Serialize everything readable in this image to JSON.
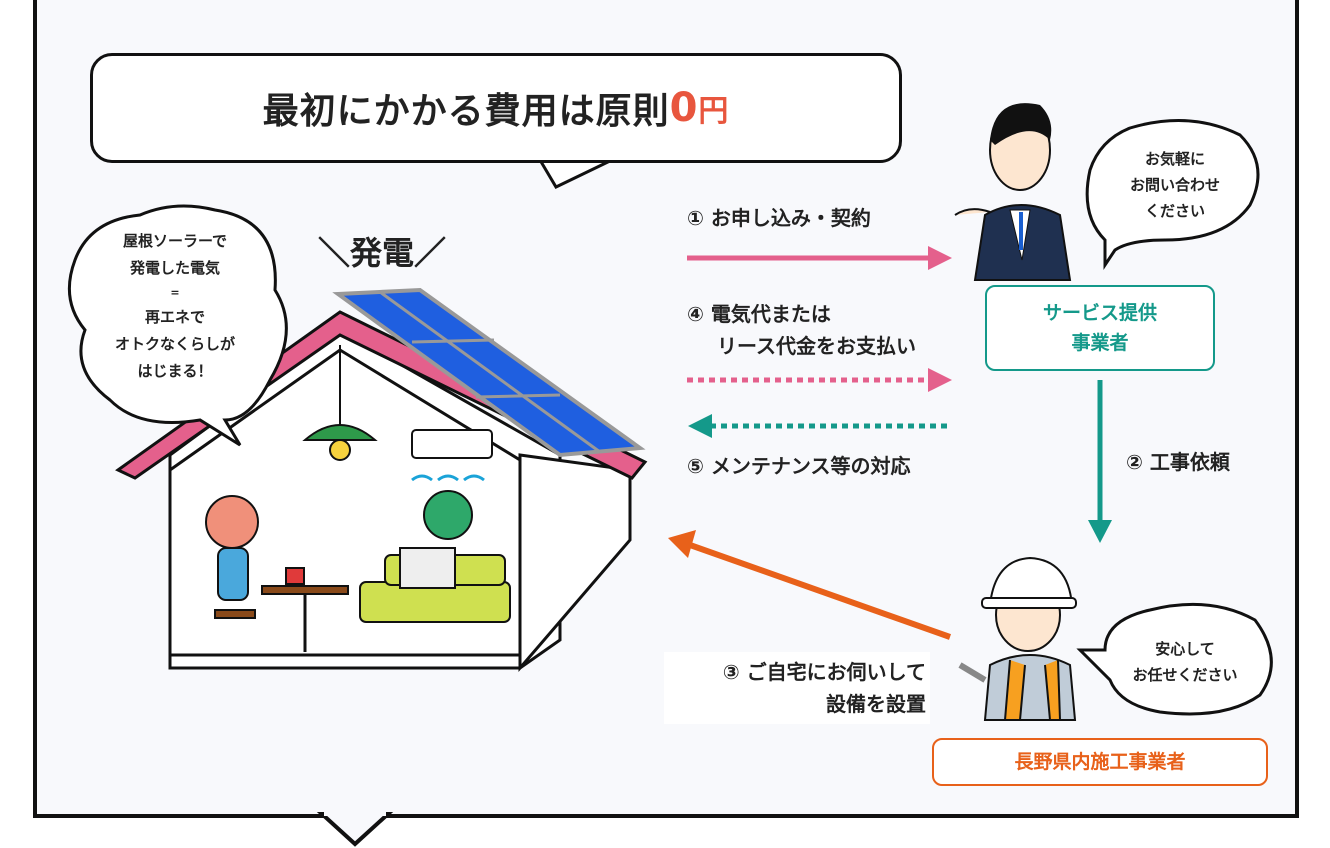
{
  "title": {
    "text": "最初にかかる費用は原則",
    "zero": "0",
    "yen": "円"
  },
  "house": {
    "label": "発電"
  },
  "resident_bubble": {
    "lines": [
      "屋根ソーラーで",
      "発電した電気",
      "=",
      "再エネで",
      "オトクなくらしが",
      "はじまる！"
    ]
  },
  "provider": {
    "name_lines": [
      "サービス提供",
      "事業者"
    ],
    "bubble_lines": [
      "お気軽に",
      "お問い合わせ",
      "ください"
    ]
  },
  "contractor": {
    "name": "長野県内施工事業者",
    "bubble_lines": [
      "安心して",
      "お任せください"
    ]
  },
  "steps": {
    "s1": "① お申し込み・契約",
    "s2": "② 工事依頼",
    "s3_lines": [
      "③ ご自宅にお伺いして",
      "設備を設置"
    ],
    "s4_lines": [
      "④ 電気代または",
      "リース代金をお支払い"
    ],
    "s5": "⑤ メンテナンス等の対応"
  },
  "colors": {
    "pink": "#e4608c",
    "teal": "#14998a",
    "orange": "#e8611a",
    "panel": "#1f5fe0",
    "title_zero": "#e8563e"
  }
}
